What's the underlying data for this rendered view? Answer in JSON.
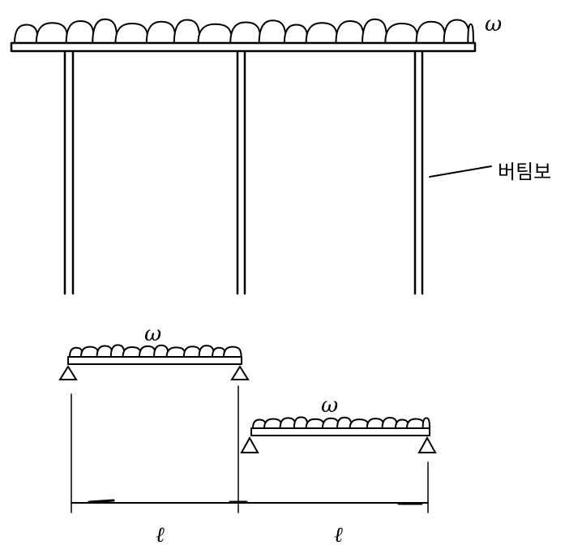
{
  "labels": {
    "load_top": "ω",
    "load_left": "ω",
    "load_right": "ω",
    "beam_name": "버팀보",
    "span_left": "ℓ",
    "span_right": "ℓ"
  },
  "colors": {
    "ink": "#000000",
    "background": "#ffffff"
  }
}
